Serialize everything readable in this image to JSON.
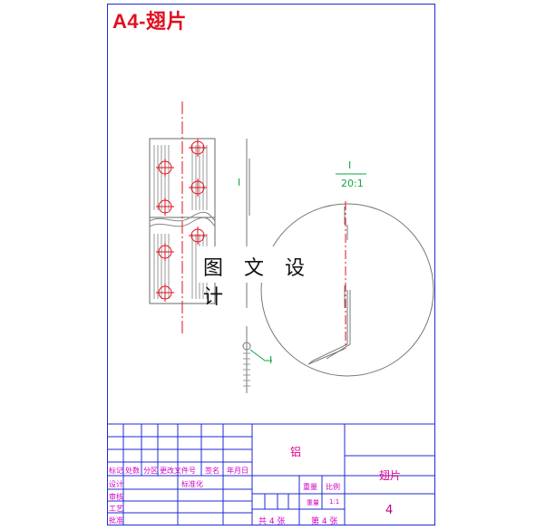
{
  "drawing": {
    "title": "A4-翅片",
    "watermark": "图 文 设 计",
    "view_label_left": "I",
    "detail_label": "I",
    "detail_scale": "20:1",
    "leader_label": "I"
  },
  "title_block": {
    "material": "铝",
    "part_name": "翅片",
    "drawing_number": "4",
    "header_labels": [
      "标记",
      "处数",
      "分区",
      "更改文件号",
      "签名",
      "年月日"
    ],
    "row_labels": [
      "设计",
      "审核",
      "工艺",
      "批准"
    ],
    "standardization": "标准化",
    "weight_label": "重量",
    "scale_label": "比例",
    "scale_value": "1:1",
    "weight_value": "重量",
    "sheets_total": "共 4 张",
    "sheet_number": "第 4 张"
  },
  "colors": {
    "frame": "#1f2bd3",
    "title": "#e01020",
    "annotation_green": "#11a640",
    "centerline_red": "#e01020",
    "title_block_text": "#d000c8"
  }
}
